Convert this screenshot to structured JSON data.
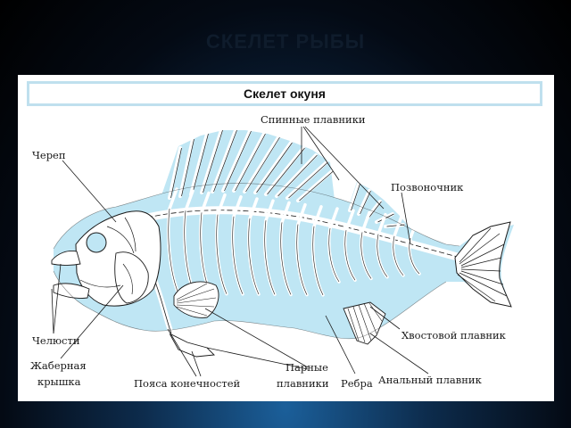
{
  "slide": {
    "title": "СКЕЛЕТ РЫБЫ"
  },
  "diagram": {
    "title": "Скелет окуня",
    "labels": {
      "dorsal_fins": "Спинные плавники",
      "skull": "Череп",
      "spine": "Позвоночник",
      "jaws": "Челюсти",
      "gill_cover_1": "Жаберная",
      "gill_cover_2": "крышка",
      "limb_girdles": "Пояса конечностей",
      "paired_fins_1": "Парные",
      "paired_fins_2": "плавники",
      "ribs": "Ребра",
      "anal_fin": "Анальный плавник",
      "tail_fin": "Хвостовой плавник"
    },
    "colors": {
      "body_fill": "#bfe6f4",
      "bone": "#ffffff",
      "outline": "#1a1a1a"
    }
  }
}
